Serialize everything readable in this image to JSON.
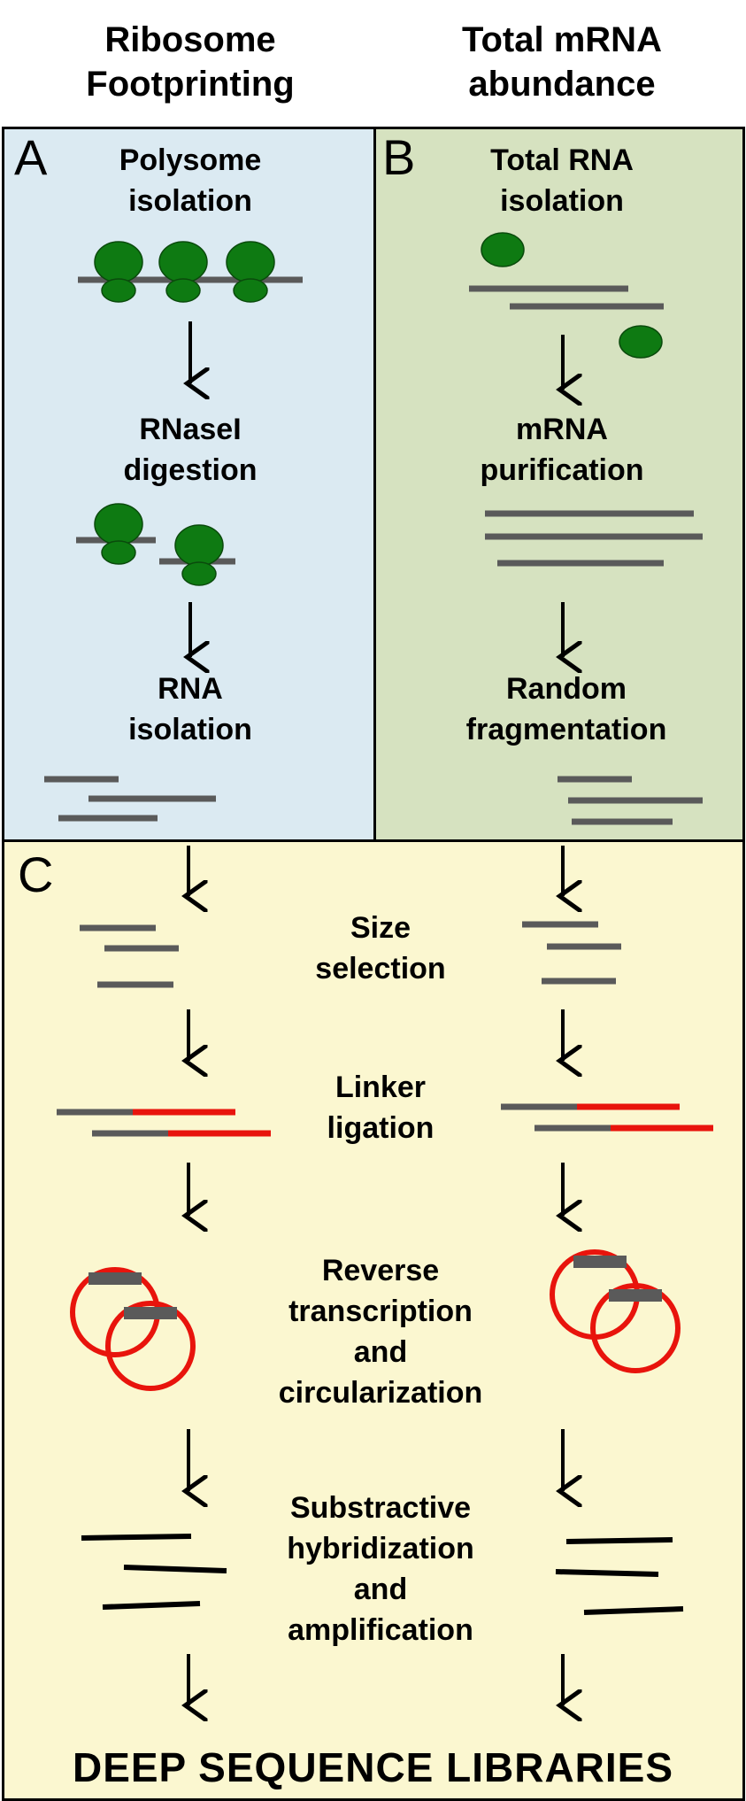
{
  "headers": {
    "left": [
      "Ribosome",
      "Footprinting"
    ],
    "right": [
      "Total mRNA",
      "abundance"
    ]
  },
  "panels": {
    "a": {
      "letter": "A",
      "steps": [
        [
          "Polysome",
          "isolation"
        ],
        [
          "RNaseI",
          "digestion"
        ],
        [
          "RNA",
          "isolation"
        ]
      ]
    },
    "b": {
      "letter": "B",
      "steps": [
        [
          "Total RNA",
          "isolation"
        ],
        [
          "mRNA",
          "purification"
        ],
        [
          "Random",
          "fragmentation"
        ]
      ]
    },
    "c": {
      "letter": "C",
      "steps": [
        [
          "Size",
          "selection"
        ],
        [
          "Linker",
          "ligation"
        ],
        [
          "Reverse",
          "transcription",
          "and",
          "circularization"
        ],
        [
          "Substractive",
          "hybridization",
          "and",
          "amplification"
        ]
      ]
    }
  },
  "footer": "DEEP SEQUENCE LIBRARIES",
  "colors": {
    "panel_a": "#dbeaf2",
    "panel_b": "#d6e2c0",
    "panel_c": "#fbf7d0",
    "ribosome": "#0e7a12",
    "mrna": "#5a5a5a",
    "linker": "#e8140c",
    "cdna": "#000000"
  }
}
